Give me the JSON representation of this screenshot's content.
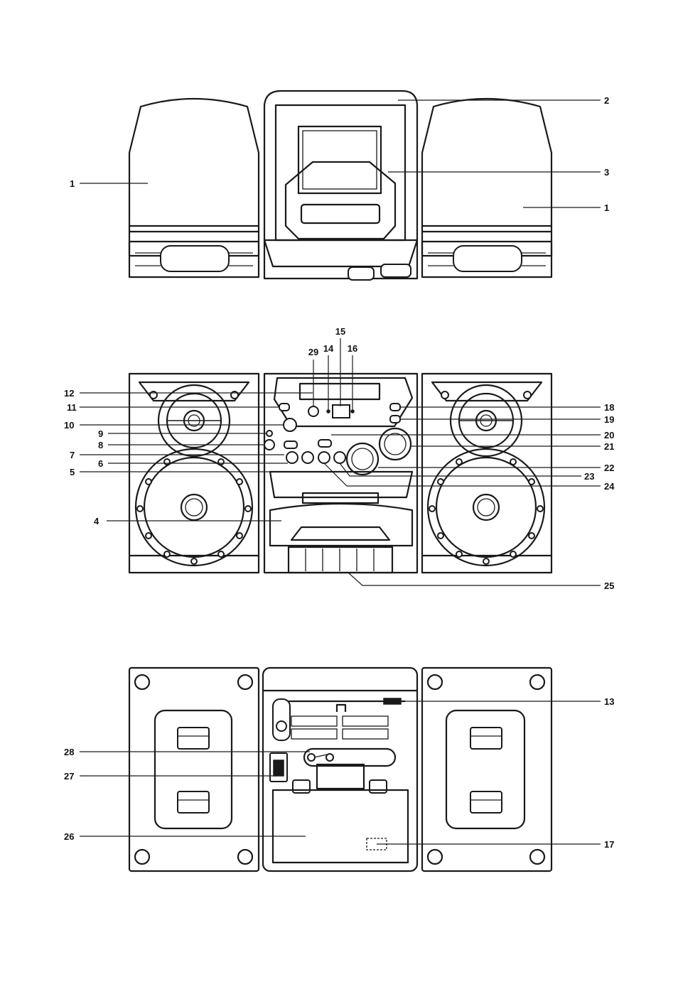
{
  "callouts": {
    "top": [
      {
        "id": "top-left-speaker",
        "label": "1"
      },
      {
        "id": "top-cd-lid",
        "label": "2"
      },
      {
        "id": "top-cd-window",
        "label": "3"
      },
      {
        "id": "top-right-speaker",
        "label": "1"
      }
    ],
    "front": [
      {
        "id": "f15",
        "label": "15"
      },
      {
        "id": "f29",
        "label": "29"
      },
      {
        "id": "f14",
        "label": "14"
      },
      {
        "id": "f16",
        "label": "16"
      },
      {
        "id": "f12",
        "label": "12"
      },
      {
        "id": "f11",
        "label": "11"
      },
      {
        "id": "f10",
        "label": "10"
      },
      {
        "id": "f9",
        "label": "9"
      },
      {
        "id": "f8",
        "label": "8"
      },
      {
        "id": "f7",
        "label": "7"
      },
      {
        "id": "f6",
        "label": "6"
      },
      {
        "id": "f5",
        "label": "5"
      },
      {
        "id": "f4",
        "label": "4"
      },
      {
        "id": "f18",
        "label": "18"
      },
      {
        "id": "f19",
        "label": "19"
      },
      {
        "id": "f20",
        "label": "20"
      },
      {
        "id": "f21",
        "label": "21"
      },
      {
        "id": "f22",
        "label": "22"
      },
      {
        "id": "f23",
        "label": "23"
      },
      {
        "id": "f24",
        "label": "24"
      },
      {
        "id": "f25",
        "label": "25"
      }
    ],
    "rear": [
      {
        "id": "r13",
        "label": "13"
      },
      {
        "id": "r28",
        "label": "28"
      },
      {
        "id": "r27",
        "label": "27"
      },
      {
        "id": "r26",
        "label": "26"
      },
      {
        "id": "r17",
        "label": "17"
      }
    ]
  }
}
